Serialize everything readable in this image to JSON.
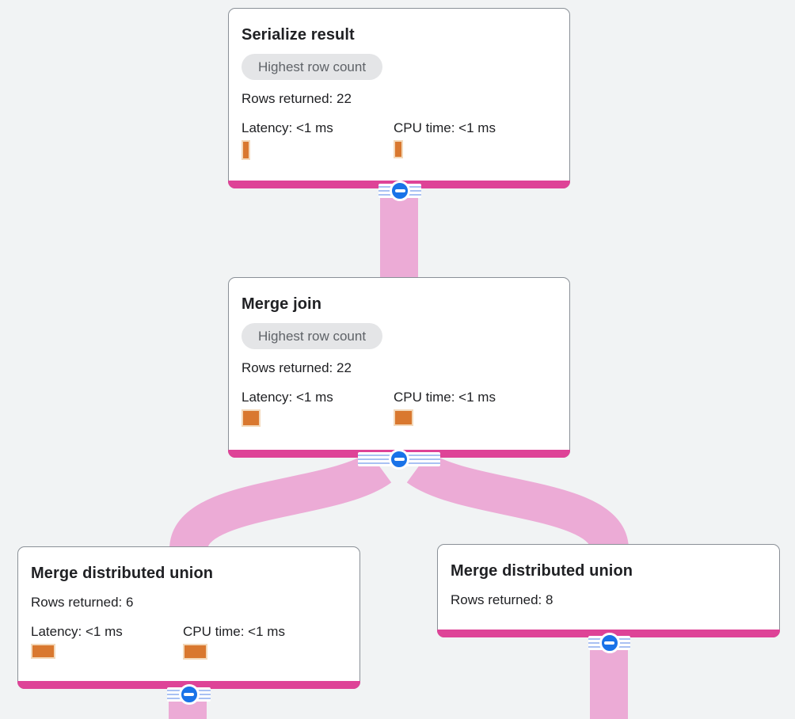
{
  "app": {
    "view_name": "query-execution-plan",
    "colors": {
      "background": "#f1f3f4",
      "card_background": "#ffffff",
      "card_border": "#8a9097",
      "card_accent_bar": "#de4397",
      "flow_ribbon": "#ecabd6",
      "collapse_button": "#1a73e8",
      "collapse_stripe": "#a9c1f3",
      "badge_background": "#e4e5e7",
      "badge_text": "#5f6368",
      "metric_bar": "#d9782f",
      "metric_bar_halo": "#f3d9ba",
      "text": "#202124"
    },
    "icons": {
      "collapse": "minus-in-circle"
    }
  },
  "nodes": [
    {
      "title": "Serialize result",
      "badge": "Highest row count",
      "rows": "Rows returned: 22",
      "rows_value": 22,
      "latency_label": "Latency: <1 ms",
      "cpu_label": "CPU time: <1 ms",
      "latency_bar": {
        "w": 7,
        "h": 21
      },
      "cpu_bar": {
        "w": 8,
        "h": 19
      }
    },
    {
      "title": "Merge join",
      "badge": "Highest row count",
      "rows": "Rows returned: 22",
      "rows_value": 22,
      "latency_label": "Latency: <1 ms",
      "cpu_label": "CPU time: <1 ms",
      "latency_bar": {
        "w": 20,
        "h": 18
      },
      "cpu_bar": {
        "w": 21,
        "h": 17
      }
    },
    {
      "title": "Merge distributed union",
      "rows": "Rows returned: 6",
      "rows_value": 6,
      "latency_label": "Latency: <1 ms",
      "cpu_label": "CPU time: <1 ms",
      "latency_bar": {
        "w": 27,
        "h": 15
      },
      "cpu_bar": {
        "w": 27,
        "h": 16
      }
    },
    {
      "title": "Merge distributed union",
      "rows": "Rows returned: 8",
      "rows_value": 8
    }
  ],
  "edges": [
    {
      "from": "Serialize result",
      "to": "Merge join"
    },
    {
      "from": "Merge join",
      "to": "Merge distributed union (left)"
    },
    {
      "from": "Merge join",
      "to": "Merge distributed union (right)"
    },
    {
      "from": "Merge distributed union (left)",
      "to": "offscreen child"
    },
    {
      "from": "Merge distributed union (right)",
      "to": "offscreen child"
    }
  ]
}
